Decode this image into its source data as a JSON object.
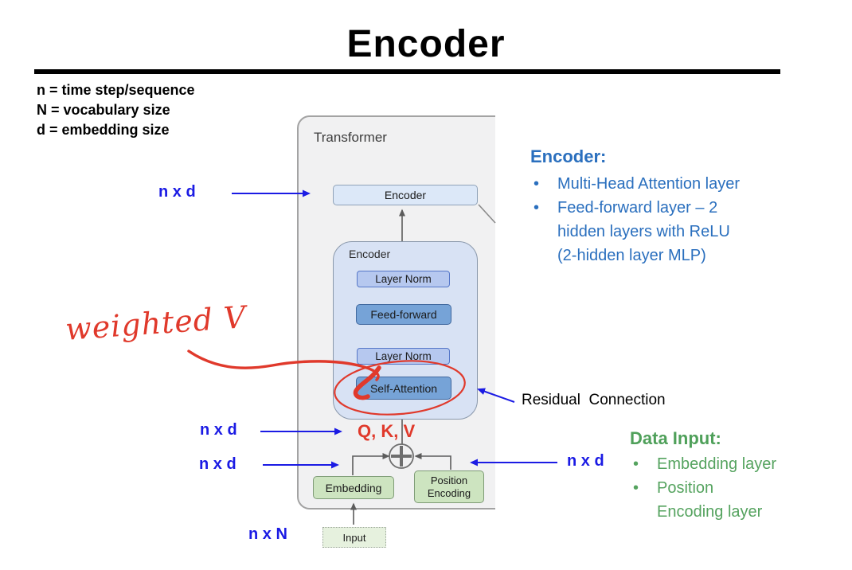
{
  "title": "Encoder",
  "legend": {
    "line1": "n = time step/sequence",
    "line2": "N = vocabulary size",
    "line3": "d = embedding size"
  },
  "diagram": {
    "container_label": "Transformer",
    "encoder_block": "Encoder",
    "encoder_detail_label": "Encoder",
    "layer_norm_top": "Layer Norm",
    "feed_forward": "Feed-forward",
    "layer_norm_bottom": "Layer Norm",
    "self_attention": "Self-Attention",
    "embedding": "Embedding",
    "position_encoding": "Position Encoding",
    "input": "Input"
  },
  "annotations": {
    "nxd_encoder": "n x d",
    "nxd_qkv": "n x d",
    "nxd_embedding": "n x d",
    "nxd_position": "n x d",
    "nxn_input": "n x N",
    "qkv": "Q, K, V",
    "weighted_v": "weighted V",
    "residual": "Residual  Connection"
  },
  "encoder_notes": {
    "heading": "Encoder:",
    "bullets": [
      "Multi-Head Attention layer",
      "Feed-forward layer – 2 hidden layers with ReLU (2-hidden layer MLP)"
    ]
  },
  "data_input_notes": {
    "heading": "Data Input:",
    "bullets": [
      "Embedding layer",
      "Position Encoding layer"
    ]
  },
  "colors": {
    "note_blue": "#2a6fbe",
    "label_blue": "#1b1be4",
    "note_green": "#55a35f",
    "mark_red": "#e0392b",
    "box_blue_light": "#b6c8ef",
    "box_blue_medium": "#76a3d7",
    "box_green": "#cde4c0",
    "panel_gray": "#f1f1f2"
  }
}
